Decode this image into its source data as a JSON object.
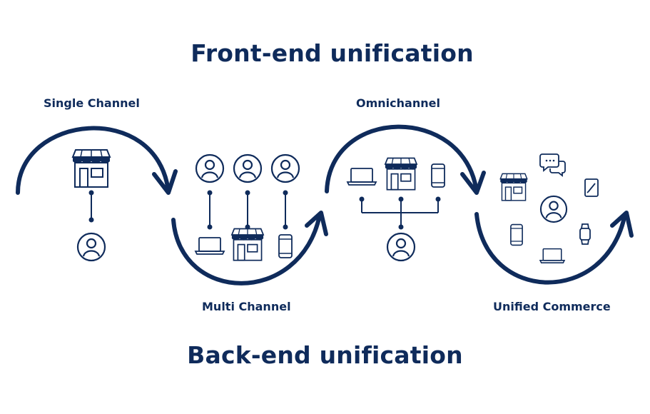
{
  "titles": {
    "front": "Front-end unification",
    "back": "Back-end unification"
  },
  "stages": [
    {
      "label": "Single Channel",
      "icons": [
        "store-icon",
        "person-icon"
      ]
    },
    {
      "label": "Multi Channel",
      "icons": [
        "person-icon",
        "person-icon",
        "person-icon",
        "laptop-icon",
        "store-icon",
        "smartphone-icon"
      ]
    },
    {
      "label": "Omnichannel",
      "icons": [
        "laptop-icon",
        "store-icon",
        "smartphone-icon",
        "person-icon"
      ]
    },
    {
      "label": "Unified Commerce",
      "icons": [
        "chat-icon",
        "store-icon",
        "tablet-icon",
        "person-icon",
        "smartphone-icon",
        "smartwatch-icon",
        "laptop-icon"
      ]
    }
  ],
  "colors": {
    "primary": "#0f2b5b",
    "background": "#ffffff"
  }
}
